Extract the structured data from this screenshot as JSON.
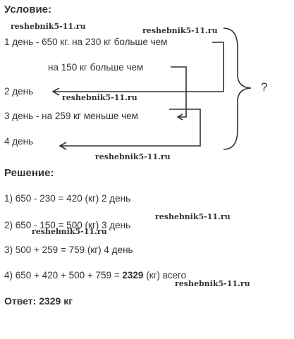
{
  "condition": {
    "heading": "Условие:",
    "day1": "1 день - 650 кг. на 230 кг больше  чем",
    "more150": "на 150 кг больше  чем",
    "day2": "2 день",
    "day3": "3 день - на 259 кг меньше  чем",
    "day4": "4 день",
    "question": "?"
  },
  "solution": {
    "heading": "Решение:",
    "steps": [
      "1) 650 - 230 = 420 (кг) 2 день",
      "2) 650 - 150 = 500 (кг) 3 день",
      "3) 500 + 259 = 759 (кг) 4 день"
    ],
    "step4_prefix": "4) 650 + 420 + 500 + 759 = ",
    "step4_total": "2329",
    "step4_suffix": " (кг) всего"
  },
  "answer": {
    "label": "Ответ: ",
    "value": "2329 кг"
  },
  "watermark": "reshebnik5-11.ru"
}
